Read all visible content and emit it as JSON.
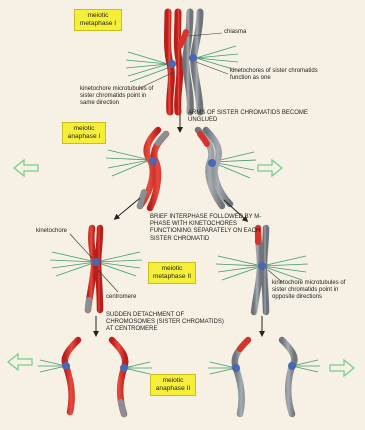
{
  "stage_labels": {
    "metaphase1": "meiotic metaphase I",
    "anaphase1": "meiotic anaphase I",
    "metaphase2": "meiotic metaphase II",
    "anaphase2": "meiotic anaphase II"
  },
  "annotations": {
    "chiasma": "chiasma",
    "kt_mt_same": "kinetochore microtubules of sister chromatids point in same direction",
    "kt_as_one": "kinetochores of sister chromatids function as one",
    "arms_unglued": "ARMS OF SISTER CHROMATIDS BECOME UNGLUED",
    "interphase": "BRIEF INTERPHASE FOLLOWED BY M-PHASE WITH KINETOCHORES FUNCTIONING SEPARATELY ON EACH SISTER CHROMATID",
    "kinetochore": "kinetochore",
    "centromere": "centromere",
    "kt_mt_opposite": "kinetochore microtubules of sister chromatids point in opposite directions",
    "sudden_detach": "SUDDEN DETACHMENT OF CHROMOSOMES (SISTER CHROMATIDS) AT CENTROMERE"
  },
  "colors": {
    "background": "#f6f1e4",
    "maternal_chromatid": "#d8322c",
    "paternal_chromatid": "#8a8f95",
    "kinetochore": "#4a67b0",
    "microtubule": "#3f9a6a",
    "direction_arrow": "#6fcf8a",
    "label_fill": "#f6ef3a"
  },
  "icons": [
    "chromosome",
    "kinetochore",
    "microtubule-spindle",
    "pole-direction-arrow",
    "flow-arrow"
  ]
}
